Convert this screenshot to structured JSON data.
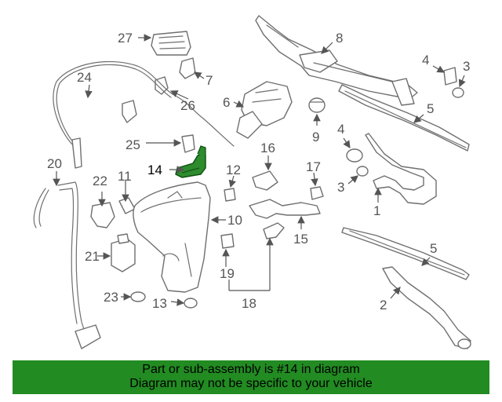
{
  "callouts": {
    "c1": "1",
    "c2": "2",
    "c3a": "3",
    "c3b": "3",
    "c4a": "4",
    "c4b": "4",
    "c5a": "5",
    "c5b": "5",
    "c6": "6",
    "c7": "7",
    "c8": "8",
    "c9": "9",
    "c10": "10",
    "c11": "11",
    "c12": "12",
    "c13": "13",
    "c14": "14",
    "c15": "15",
    "c16": "16",
    "c17": "17",
    "c18": "18",
    "c19": "19",
    "c20": "20",
    "c21": "21",
    "c22": "22",
    "c23": "23",
    "c24": "24",
    "c25": "25",
    "c26": "26",
    "c27": "27"
  },
  "banner": {
    "line1": "Part or sub-assembly is #14 in diagram",
    "line2": "Diagram may not be specific to your vehicle"
  },
  "colors": {
    "highlight_part": "#2e8b2e",
    "banner_background": "#228b22",
    "line_art": "#6f6f6f"
  }
}
